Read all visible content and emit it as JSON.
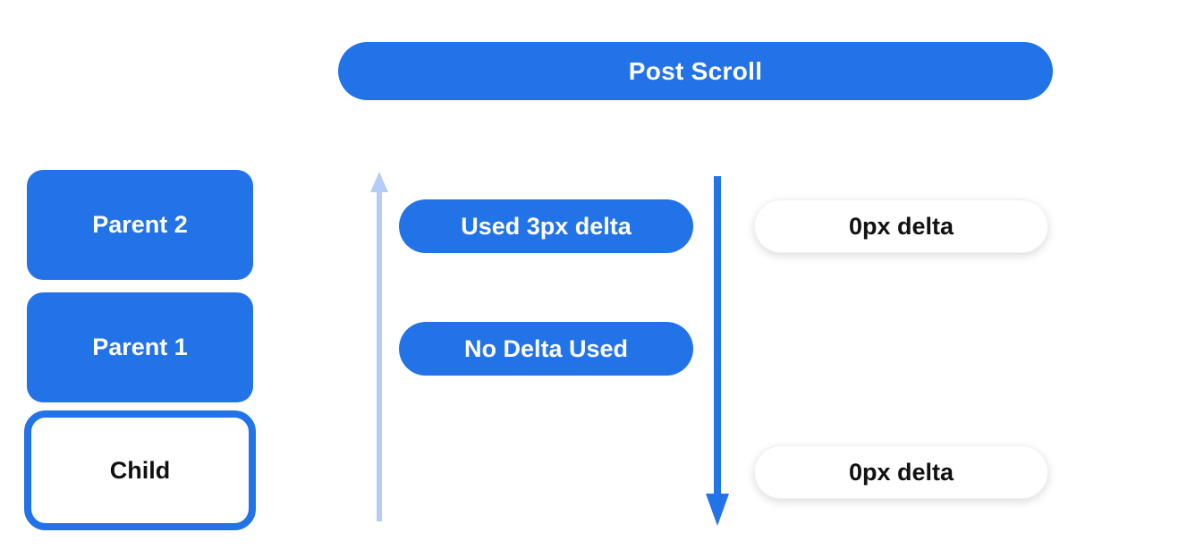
{
  "diagram": {
    "title": "Post Scroll"
  },
  "scroll_stack": {
    "parent2_label": "Parent 2",
    "parent1_label": "Parent 1",
    "child_label": "Child"
  },
  "parent_column": {
    "arrow_icon": "up-arrow",
    "used_delta_label": "Used 3px delta",
    "no_delta_label": "No Delta Used"
  },
  "child_column": {
    "arrow_icon": "down-arrow",
    "top_delta_label": "0px delta",
    "bottom_delta_label": "0px delta"
  },
  "colors": {
    "blue": "#2272E8",
    "light_blue": "#B4CCF6",
    "label_dark": "#111111",
    "white": "#FFFFFF"
  }
}
